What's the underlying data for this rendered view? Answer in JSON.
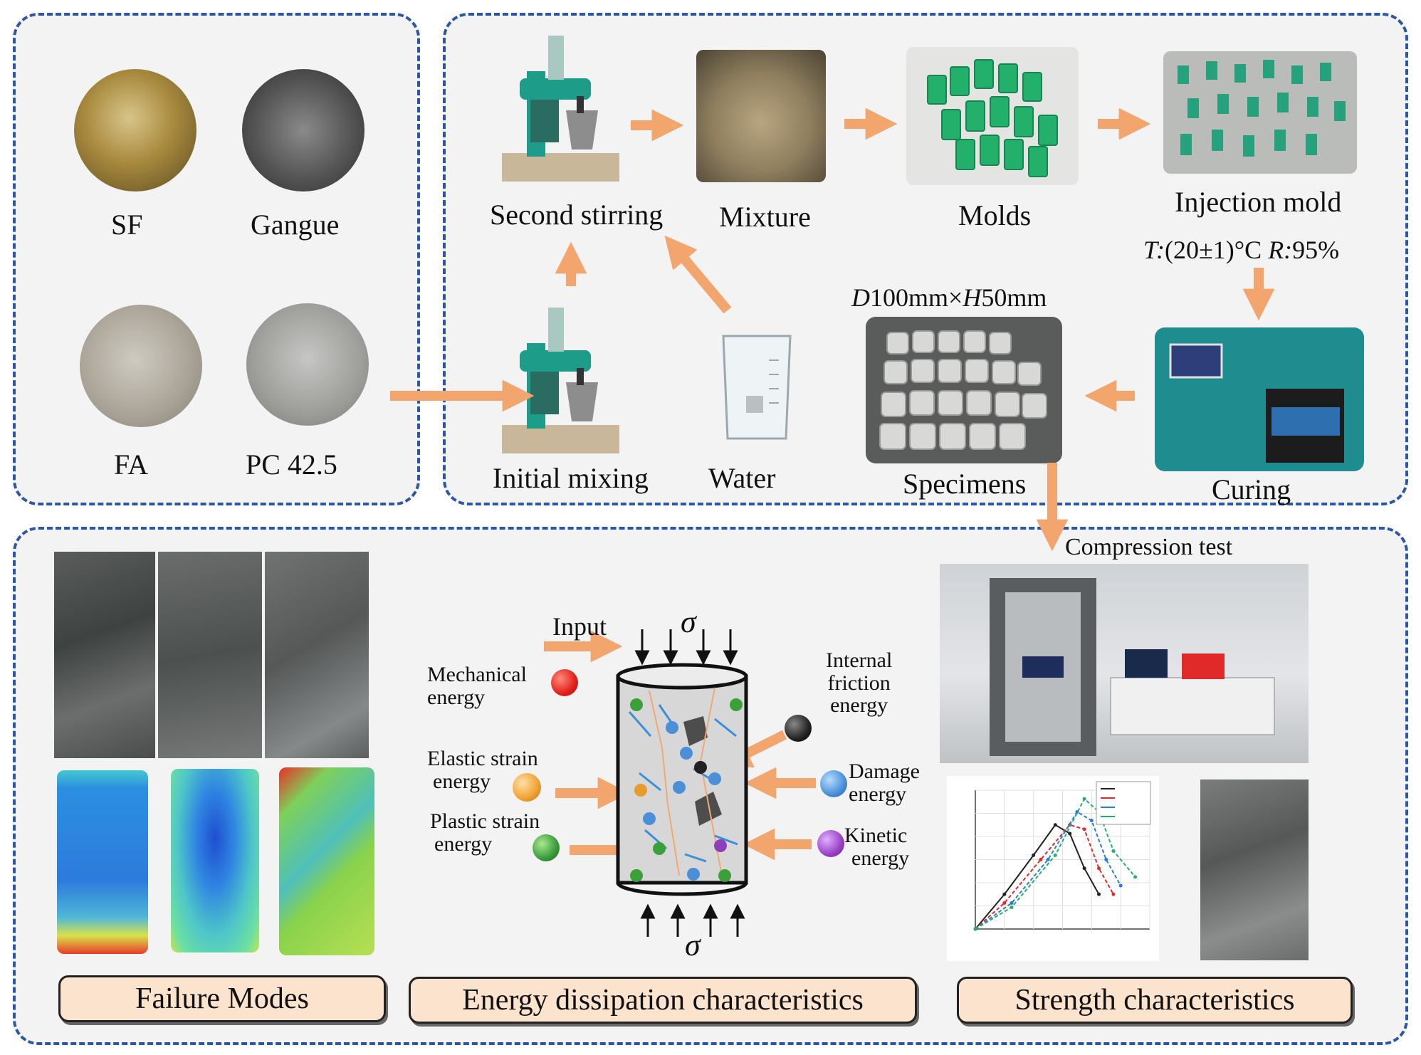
{
  "materials": {
    "sf": "SF",
    "gangue": "Gangue",
    "fa": "FA",
    "pc": "PC 42.5"
  },
  "process": {
    "second_stirring": "Second stirring",
    "mixture": "Mixture",
    "molds": "Molds",
    "injection_mold": "Injection mold",
    "curing_condition_T": "T:",
    "curing_condition_temp": "(20±1)°C ",
    "curing_condition_R": "R:",
    "curing_condition_rh": "95%",
    "initial_mixing": "Initial mixing",
    "water": "Water",
    "specimens": "Specimens",
    "specimen_size_D": "D",
    "specimen_size_d": "100mm×",
    "specimen_size_H": "H",
    "specimen_size_h": "50mm",
    "curing": "Curing",
    "compression_test": "Compression test"
  },
  "energy": {
    "input": "Input",
    "sigma": "σ",
    "mechanical": [
      "Mechanical",
      "energy"
    ],
    "elastic": [
      "Elastic strain",
      "energy"
    ],
    "plastic": [
      "Plastic strain",
      "energy"
    ],
    "friction": [
      "Internal",
      "friction",
      "energy"
    ],
    "damage": [
      "Damage",
      "energy"
    ],
    "kinetic": [
      "Kinetic",
      "energy"
    ]
  },
  "sections": {
    "failure_modes": "Failure Modes",
    "energy_dissipation": "Energy dissipation characteristics",
    "strength": "Strength characteristics"
  },
  "colors": {
    "panel_border": "#2b57a6",
    "arrow_orange": "#f3a56e",
    "banner_fill": "#fbe3cd",
    "machine_teal": "#1e9c8a",
    "mold_green": "#22b06b"
  },
  "icons": {
    "mechanical": "red-sphere-icon",
    "elastic": "orange-sphere-icon",
    "plastic": "green-sphere-icon",
    "friction": "black-sphere-icon",
    "damage": "blue-sphere-icon",
    "kinetic": "purple-sphere-icon"
  },
  "chart_data": {
    "type": "line",
    "title": "",
    "legend": "top-right",
    "series": [
      {
        "name": "",
        "x": [
          0.0,
          0.2,
          0.4,
          0.55,
          0.65,
          0.75,
          0.85
        ],
        "y": [
          0,
          8,
          17,
          24,
          22,
          14,
          8
        ]
      },
      {
        "name": "",
        "x": [
          0.0,
          0.2,
          0.45,
          0.65,
          0.75,
          0.85,
          0.95
        ],
        "y": [
          0,
          6,
          16,
          24,
          23,
          14,
          8
        ]
      },
      {
        "name": "",
        "x": [
          0.0,
          0.25,
          0.5,
          0.7,
          0.8,
          0.9,
          1.0
        ],
        "y": [
          0,
          6,
          16,
          27,
          25,
          16,
          10
        ]
      },
      {
        "name": "",
        "x": [
          0.0,
          0.25,
          0.55,
          0.75,
          0.85,
          0.95,
          1.1
        ],
        "y": [
          0,
          5,
          17,
          30,
          27,
          18,
          12
        ]
      }
    ]
  }
}
